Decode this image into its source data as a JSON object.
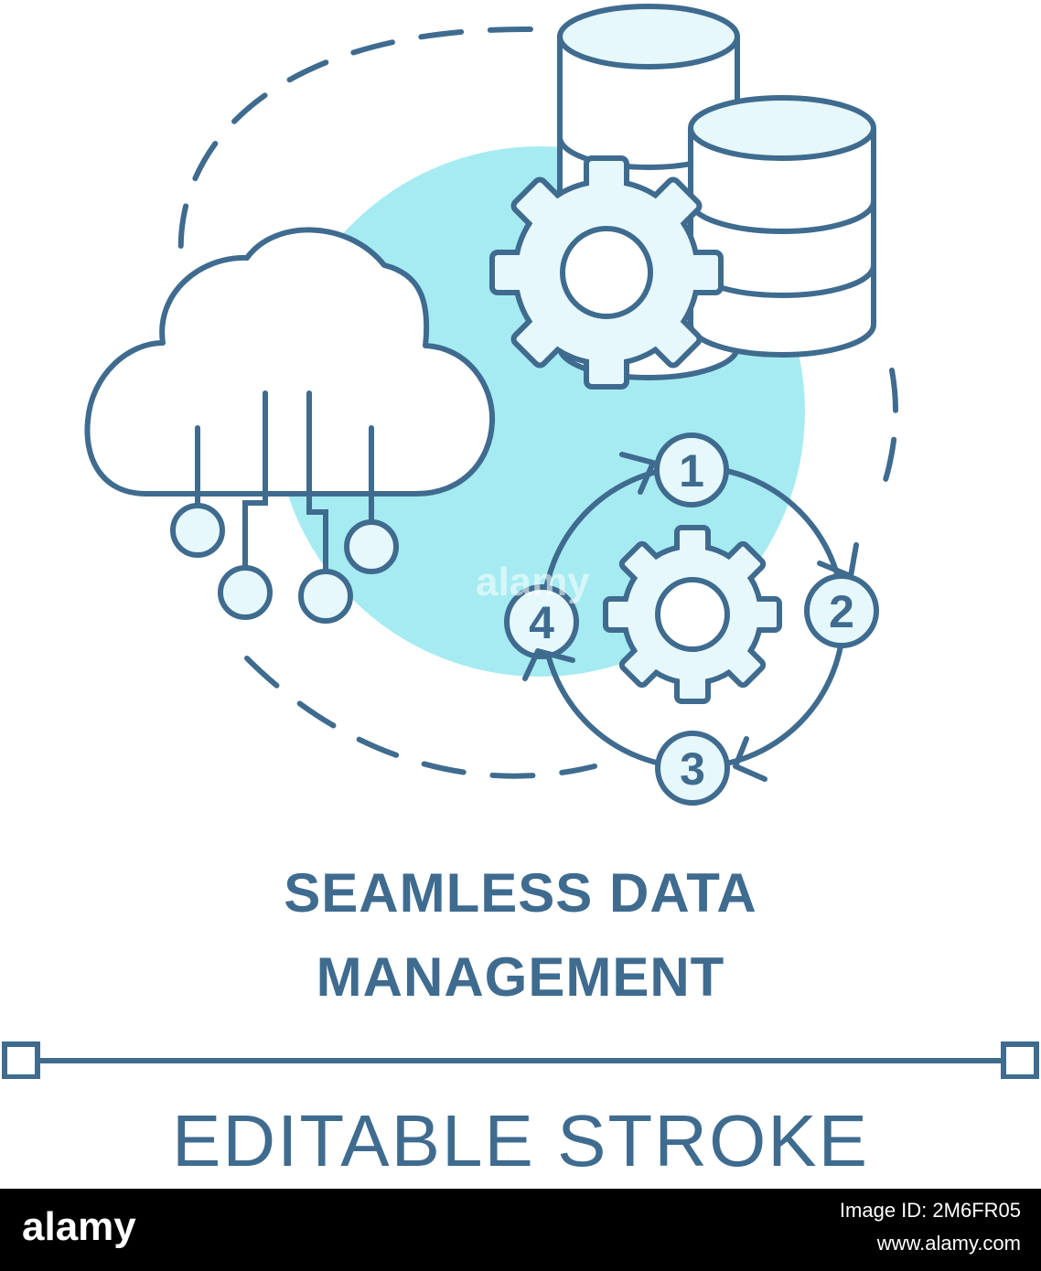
{
  "title_lines": [
    "SEAMLESS DATA",
    "MANAGEMENT"
  ],
  "subtitle": "EDITABLE STROKE",
  "watermark": "alamy",
  "footer": {
    "logo": "alamy",
    "image_id_line": "Image ID: 2M6FR05",
    "site": "www.alamy.com"
  },
  "steps": [
    "1",
    "2",
    "3",
    "4"
  ],
  "colors": {
    "stroke": "#3f6b8f",
    "fill": "#e6f8fb",
    "blob": "#a6ebf2",
    "footer_bg": "#000000"
  },
  "icons": [
    "database-icon",
    "gear-icon",
    "cloud-icon",
    "cycle-icon"
  ]
}
